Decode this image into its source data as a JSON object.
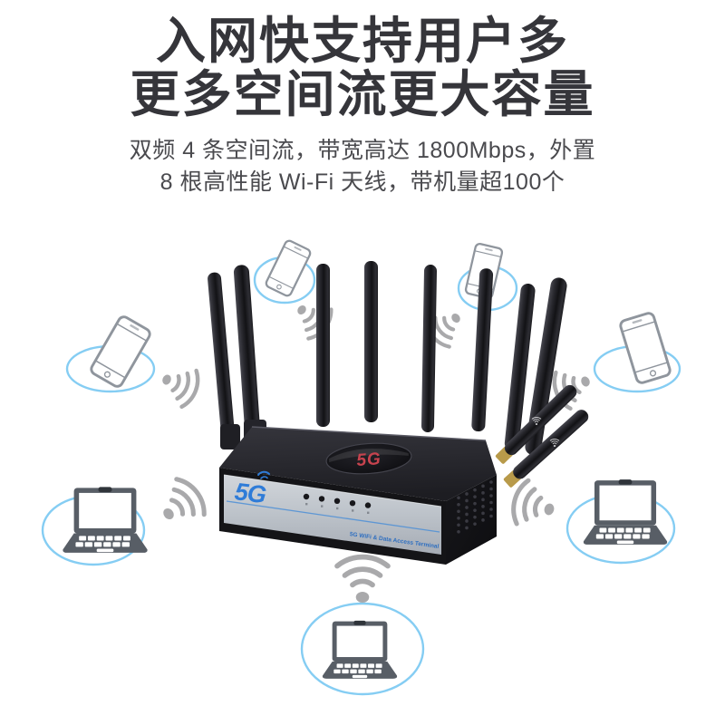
{
  "page": {
    "background": "#ffffff"
  },
  "header": {
    "title_line1": "入网快支持用户多",
    "title_line2": "更多空间流更大容量",
    "subtitle_line1": "双频 4 条空间流，带宽高达 1800Mbps，外置",
    "subtitle_line2": "8 根高性能 Wi-Fi 天线，带机量超100个"
  },
  "router": {
    "front_logo": "5G",
    "top_badge_label": "5G",
    "front_panel_label": "5G WiFi & Data Access Terminal",
    "led_count": 5,
    "antenna_count_visible": 10
  },
  "icons": {
    "wifi_signal": "dot-with-three-arcs",
    "smartphone": "tilted-phone-outline",
    "laptop": "filled-laptop-with-keyboard",
    "coverage_ring": "light-blue-ellipse"
  },
  "colors": {
    "headline": "#35353a",
    "subtitle": "#4a4a4e",
    "coverage_ring_blue": "#85cdf3",
    "wifi_gray": "#a9a9ab",
    "device_gray": "#585e66",
    "phone_outline_gray": "#8f959d",
    "router_logo_blue": "#2f7cd8",
    "top_badge_red": "#c7434e",
    "router_body_black": "#18181b",
    "front_panel_silver": "#c0c6cd"
  }
}
